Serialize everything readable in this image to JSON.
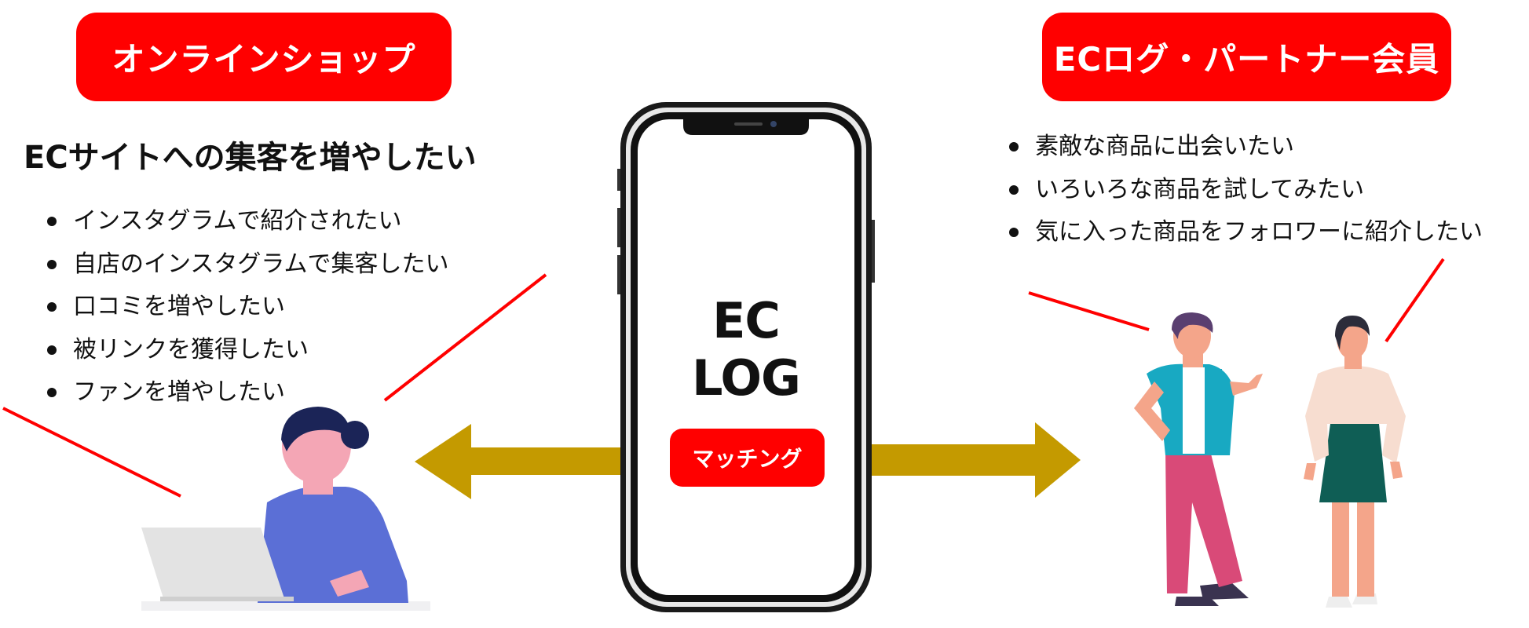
{
  "left": {
    "badge": "オンラインショップ",
    "heading": "ECサイトへの集客を増やしたい",
    "items": [
      "インスタグラムで紹介されたい",
      "自店のインスタグラムで集客したい",
      "口コミを増やしたい",
      "被リンクを獲得したい",
      "ファンを増やしたい"
    ]
  },
  "right": {
    "badge": "ECログ・パートナー会員",
    "items": [
      "素敵な商品に出会いたい",
      "いろいろな商品を試してみたい",
      "気に入った商品をフォロワーに紹介したい"
    ]
  },
  "center": {
    "logo": "EC LOG",
    "matching": "マッチング"
  },
  "colors": {
    "accent_red": "#ff0000",
    "arrow_gold": "#c49a00",
    "phone_frame": "#1a1a1a"
  },
  "icons": [
    "woman-laptop-icon",
    "man-gesturing-icon",
    "woman-standing-icon",
    "smartphone-icon"
  ]
}
